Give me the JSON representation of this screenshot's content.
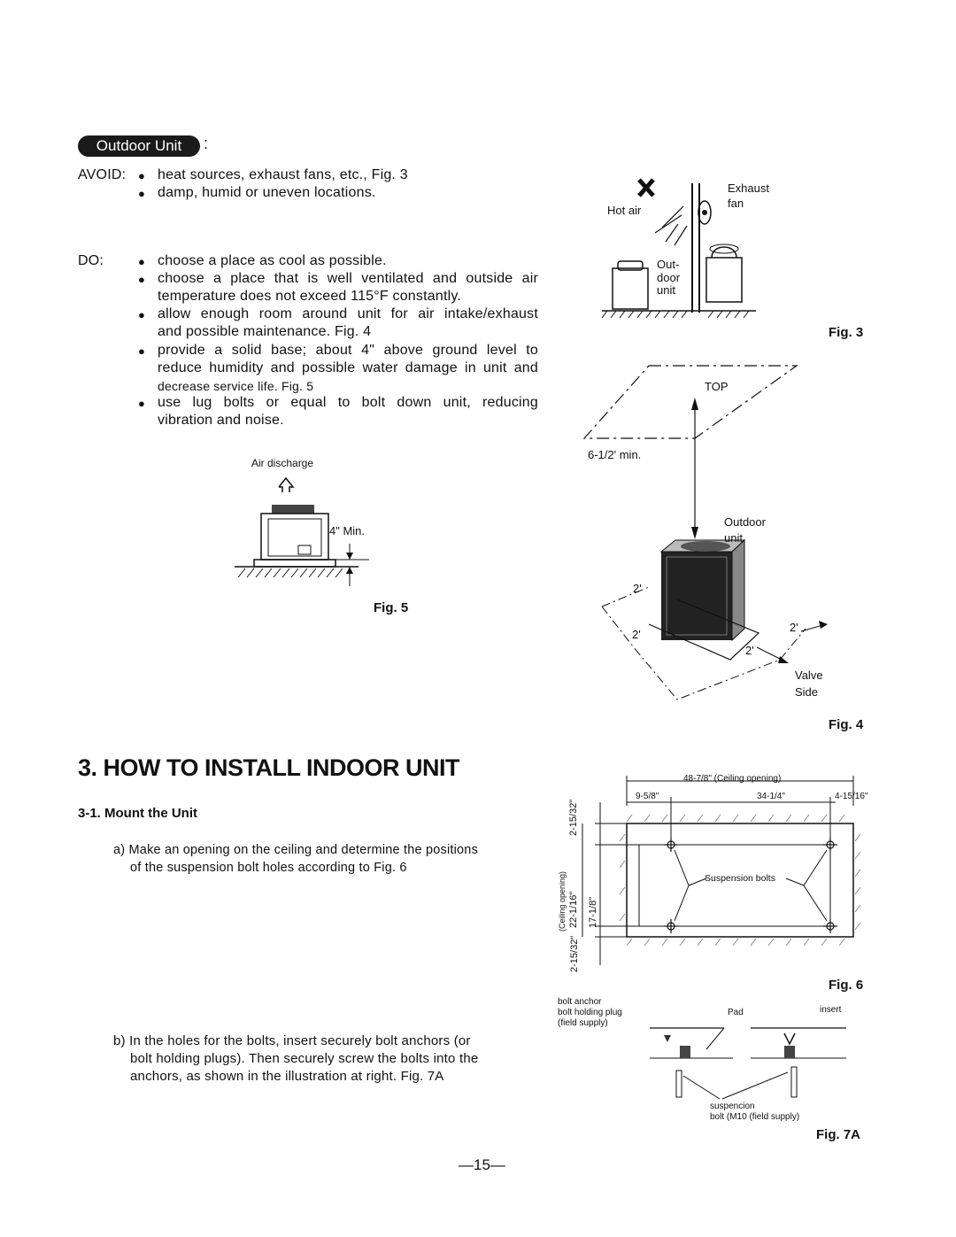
{
  "outdoor": {
    "header": "Outdoor Unit",
    "colon": ":",
    "avoid_label": "AVOID:",
    "avoid": [
      "heat sources, exhaust fans, etc., Fig. 3",
      "damp, humid or uneven locations."
    ],
    "do_label": "DO:",
    "do": [
      [
        "choose a place as cool as possible."
      ],
      [
        "choose a place that is well ventilated and outside air",
        "temperature does not exceed 115°F constantly."
      ],
      [
        "allow enough room around unit for air intake/exhaust",
        "and possible maintenance. Fig. 4"
      ],
      [
        "provide a solid base; about 4\" above ground level to",
        "reduce humidity and possible water damage in unit and",
        "decrease service life. Fig. 5"
      ],
      [
        "use lug bolts or equal to bolt down unit, reducing",
        "vibration and noise."
      ]
    ]
  },
  "fig3": {
    "label": "Fig. 3",
    "hot_air": "Hot air",
    "exhaust": "Exhaust",
    "fan": "fan",
    "out": "Out-",
    "door": "door",
    "unit": "unit"
  },
  "fig4": {
    "label": "Fig. 4",
    "top": "TOP",
    "min": "6-1/2' min.",
    "outdoor": "Outdoor",
    "unit": "unit",
    "d2": "2'",
    "valve": "Valve",
    "side": "Side"
  },
  "fig5": {
    "label": "Fig. 5",
    "air": "Air discharge",
    "min": "4\" Min."
  },
  "section": {
    "title": "3. HOW TO INSTALL INDOOR UNIT",
    "sub": "3-1.  Mount the Unit",
    "a": [
      "a) Make an opening on the ceiling and determine the positions",
      "of the suspension bolt holes according to Fig. 6"
    ],
    "b": [
      "b) In the holes for the bolts, insert securely bolt anchors (or",
      "bolt holding plugs). Then securely screw the bolts into the",
      "anchors, as shown in the illustration at right. Fig. 7A"
    ]
  },
  "fig6": {
    "label": "Fig. 6",
    "ceiling_w": "48-7/8\" (Ceiling opening)",
    "d1": "9-5/8\"",
    "d2": "34-1/4\"",
    "d3": "4-15/16\"",
    "v1": "2-15/32\"",
    "v2": "17-1/8\"",
    "v3": "2-15/32\"",
    "ceiling_h": "(Ceiling opening)",
    "v4": "22-1/16\"",
    "bolts": "Suspension bolts"
  },
  "fig7a": {
    "label": "Fig. 7A",
    "anchor": "bolt anchor",
    "plug": "bolt holding plug",
    "field": "(field supply)",
    "pad": "Pad",
    "insert": "insert",
    "susp": "suspencion",
    "bolt": "bolt (M10 (field supply)"
  },
  "page": "—15—"
}
